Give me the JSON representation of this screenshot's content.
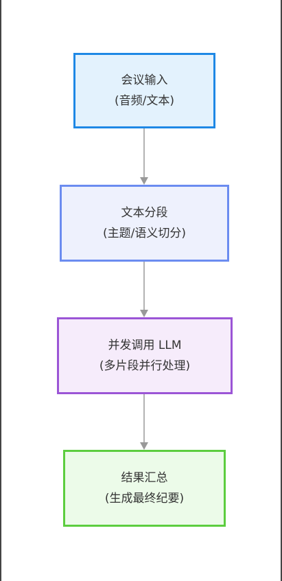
{
  "flowchart": {
    "direction": "top-to-bottom",
    "nodes": [
      {
        "id": "input",
        "line1": "会议输入",
        "line2": "(音频/文本)",
        "border_color": "#1e88e5",
        "fill_color": "#e3f2fd"
      },
      {
        "id": "segment",
        "line1": "文本分段",
        "line2": "(主题/语义切分)",
        "border_color": "#6b8cf0",
        "fill_color": "#eef1fd"
      },
      {
        "id": "llm",
        "line1": "并发调用 LLM",
        "line2": "(多片段并行处理)",
        "border_color": "#9b55d6",
        "fill_color": "#f6ecfb"
      },
      {
        "id": "summary",
        "line1": "结果汇总",
        "line2": "(生成最终纪要)",
        "border_color": "#5ccd3f",
        "fill_color": "#ecfbe9"
      }
    ],
    "edges": [
      {
        "from": "input",
        "to": "segment"
      },
      {
        "from": "segment",
        "to": "llm"
      },
      {
        "from": "llm",
        "to": "summary"
      }
    ],
    "edge_color": "#999999"
  }
}
